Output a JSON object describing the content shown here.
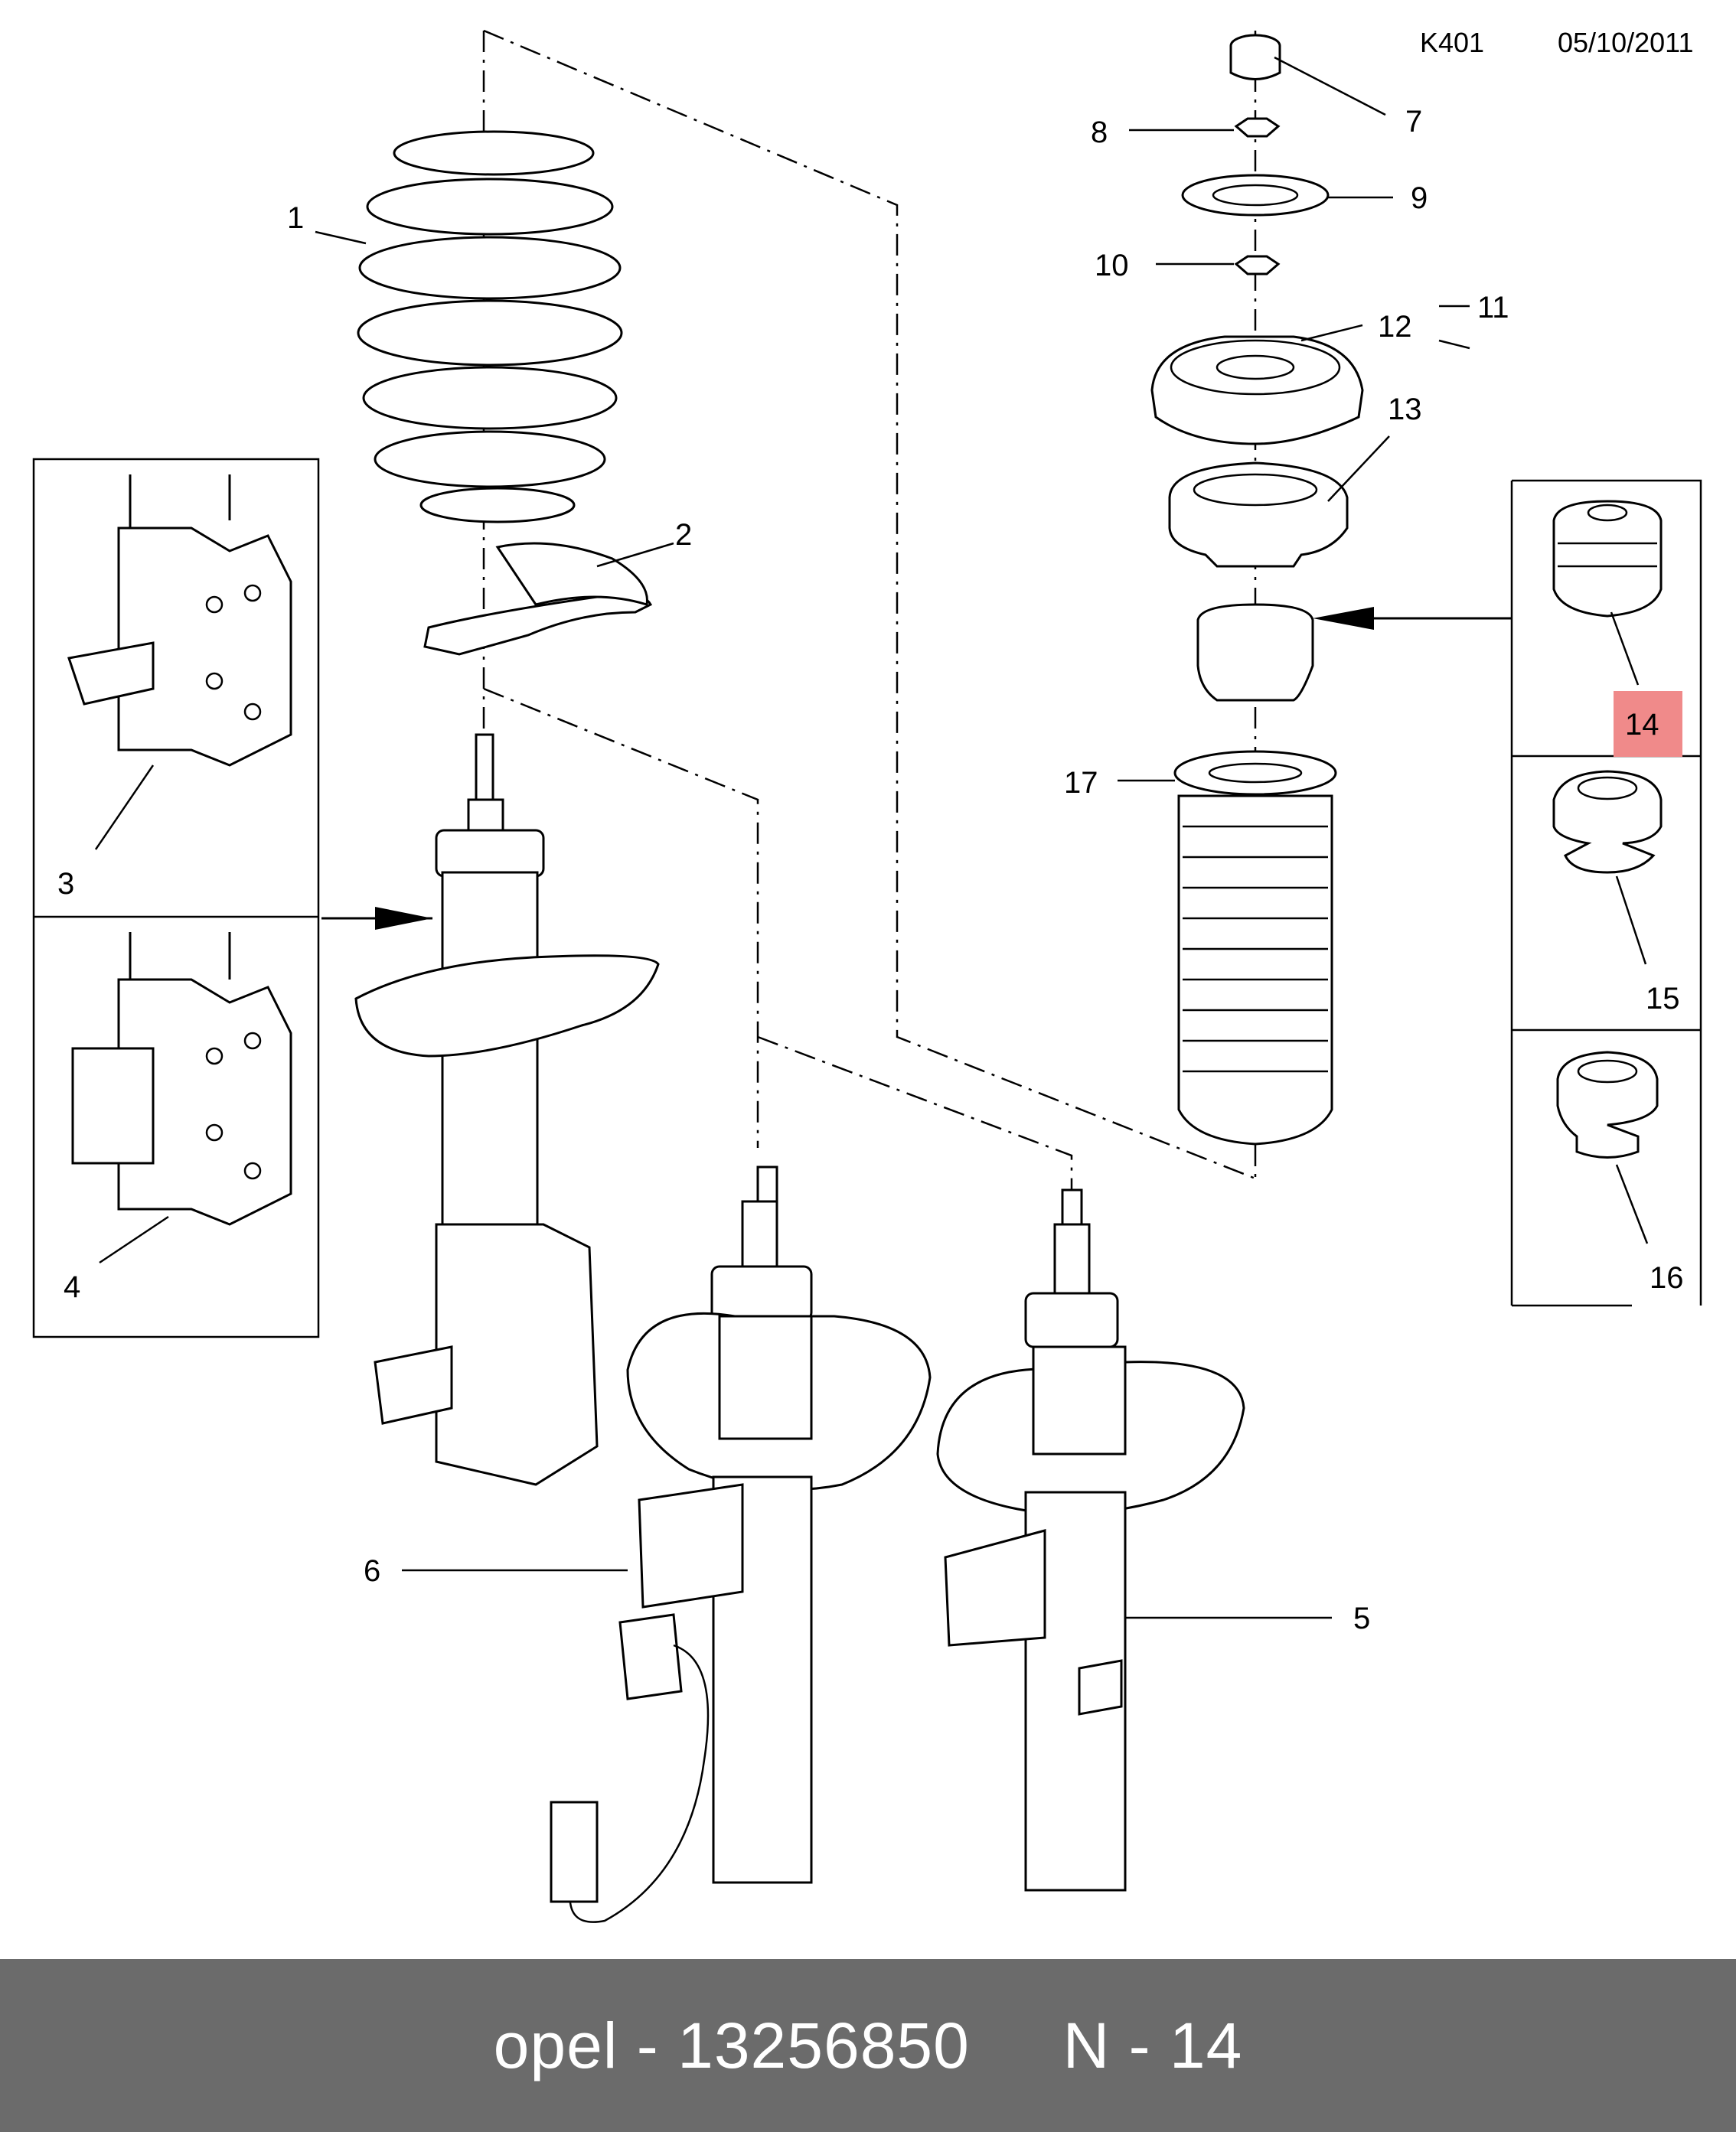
{
  "header": {
    "code": "K401",
    "date": "05/10/2011"
  },
  "callouts": {
    "c1": "1",
    "c2": "2",
    "c3": "3",
    "c4": "4",
    "c5": "5",
    "c6": "6",
    "c7": "7",
    "c8": "8",
    "c9": "9",
    "c10": "10",
    "c11": "11",
    "c12": "12",
    "c13": "13",
    "c14": "14",
    "c15": "15",
    "c16": "16",
    "c17": "17"
  },
  "highlight": {
    "label": "14",
    "color": "#f08a8a"
  },
  "footer": {
    "brand": "opel",
    "separator1": "-",
    "part_number": "13256850",
    "ref_prefix": "N",
    "separator2": "-",
    "ref_number": "14"
  },
  "colors": {
    "footer_bg": "#6b6b6b",
    "footer_text": "#ffffff",
    "line": "#000000"
  }
}
